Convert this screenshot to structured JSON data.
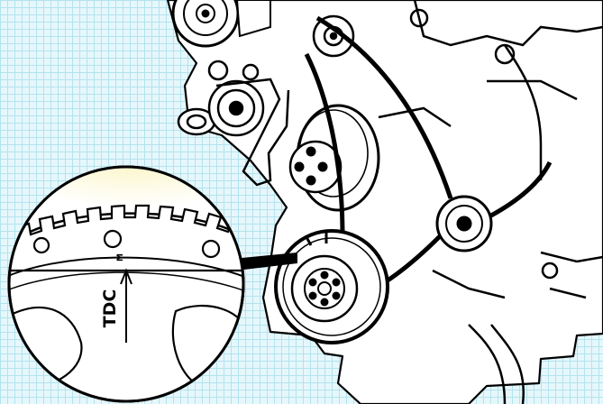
{
  "diagram": {
    "callout_label": "TDC",
    "mark_label": "M",
    "colors": {
      "grid_background": "#e6f7fb",
      "grid_line": "#b3e3ee",
      "ink": "#000000",
      "paper": "#ffffff",
      "callout_highlight": "#fbf6c8"
    },
    "arrow_icon": "up-arrow"
  }
}
